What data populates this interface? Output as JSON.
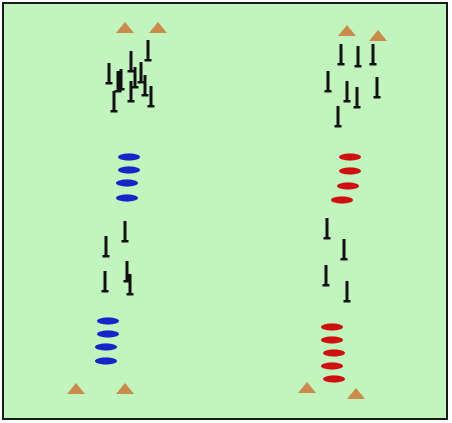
{
  "colors": {
    "field": "#c2f5be",
    "border": "#1a1a1a",
    "cone": "#c98a4b",
    "marker": "#111111",
    "blue_disc": "#1526c9",
    "red_disc": "#cf1010"
  },
  "icons": {
    "cone": "triangle-cone-icon",
    "marker": "vertical-bar-marker-icon",
    "disc": "flat-disc-icon"
  },
  "lanes": [
    {
      "team": "blue",
      "top_cones": 2,
      "top_markers": 11,
      "upper_discs": 4,
      "middle_markers": 5,
      "lower_discs": 4,
      "bottom_cones": 2
    },
    {
      "team": "red",
      "top_cones": 2,
      "top_markers": 8,
      "upper_discs": 4,
      "middle_markers": 4,
      "lower_discs": 5,
      "bottom_cones": 2
    }
  ]
}
